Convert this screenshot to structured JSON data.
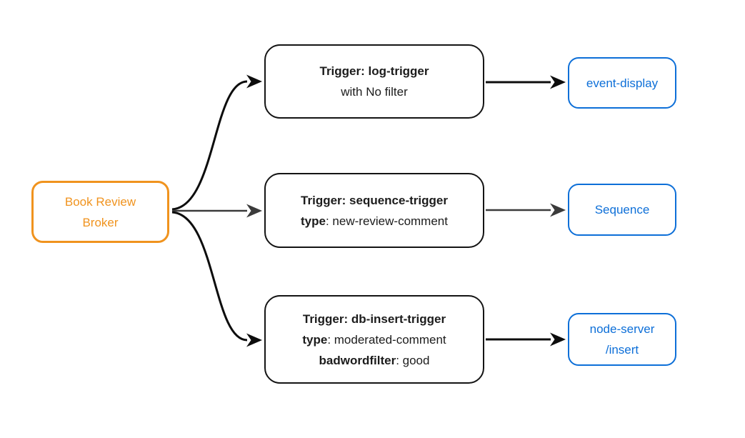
{
  "colors": {
    "orange": "#F0931E",
    "blue": "#0D6FD8",
    "edge_black": "#0d0d0d",
    "edge_gray": "#3b3b3b",
    "node_border_black": "#141414",
    "text_black": "#1c1c1c"
  },
  "broker": {
    "line1": "Book Review",
    "line2": "Broker"
  },
  "triggers": [
    {
      "title": "Trigger: log-trigger",
      "plain": "with No filter"
    },
    {
      "title": "Trigger: sequence-trigger",
      "attr1_key": "type",
      "attr1_rest": ": new-review-comment"
    },
    {
      "title": "Trigger: db-insert-trigger",
      "attr1_key": "type",
      "attr1_rest": ": moderated-comment",
      "attr2_key": "badwordfilter",
      "attr2_rest": ": good"
    }
  ],
  "sinks": [
    {
      "label": "event-display"
    },
    {
      "label": "Sequence"
    },
    {
      "line1": "node-server",
      "line2": "/insert"
    }
  ]
}
